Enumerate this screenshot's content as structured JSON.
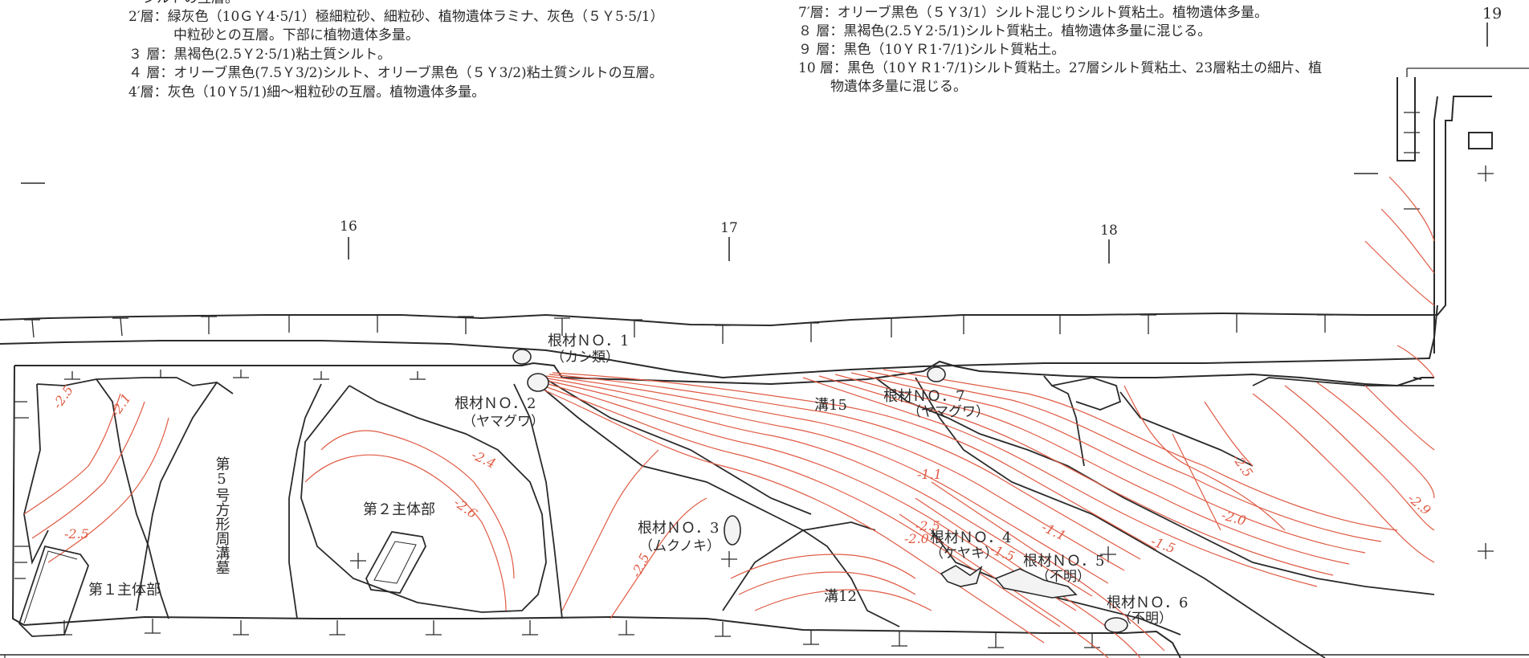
{
  "legend": {
    "left": [
      "シルトの互層。",
      "2′層：緑灰色（10ＧＹ4·5/1）極細粒砂、細粒砂、植物遺体ラミナ、灰色（５Ｙ5·5/1）",
      "中粒砂との互層。下部に植物遺体多量。",
      "３ 層：黒褐色(2.5Ｙ2·5/1)粘土質シルト。",
      "４ 層：オリーブ黒色(7.5Ｙ3/2)シルト、オリーブ黒色（５Ｙ3/2)粘土質シルトの互層。",
      "4′層：灰色（10Ｙ5/1)細～粗粒砂の互層。植物遺体多量。"
    ],
    "right": [
      "7′層：オリーブ黒色（５Ｙ3/1）シルト混じりシルト質粘土。植物遺体多量。",
      "８ 層：黒褐色(2.5Ｙ2·5/1)シルト質粘土。植物遺体多量に混じる。",
      "９ 層：黒色（10ＹＲ1·7/1)シルト質粘土。",
      "10 層：黒色（10ＹＲ1·7/1)シルト質粘土。27層シルト質粘土、23層粘土の細片、植",
      "物遺体多量に混じる。"
    ]
  },
  "page_number": "19",
  "grid_labels": [
    "16",
    "17",
    "18"
  ],
  "features": {
    "root_1": "根材ＮＯ．1",
    "root_1_species": "（カシ類）",
    "root_2": "根材ＮＯ．2",
    "root_2_species": "（ヤマグワ）",
    "root_3": "根材ＮＯ．3",
    "root_3_species": "（ムクノキ）",
    "root_4": "根材ＮＯ．4",
    "root_4_species": "（ケヤキ）",
    "root_5": "根材ＮＯ．5",
    "root_5_species": "（不明）",
    "root_6": "根材ＮＯ．6",
    "root_6_species": "（不明）",
    "root_7": "根材ＮＯ．7",
    "root_7_species": "（ヤマグワ）",
    "ditch_15": "溝15",
    "ditch_12": "溝12",
    "main_1": "第１主体部",
    "main_2": "第２主体部",
    "tomb_5": "第5号方形周溝墓"
  },
  "contour_labels": [
    "-2.5",
    "-2.1",
    "-2.5",
    "-2.4",
    "-2.6",
    "-2.5",
    "-1.1",
    "-2.0",
    "-1.5",
    "-1.1",
    "-1.5",
    "-2.5",
    "-2.0",
    "-2.9",
    "-2.5"
  ],
  "colors": {
    "ink": "#2a2a2a",
    "contour": "#e05a43"
  }
}
